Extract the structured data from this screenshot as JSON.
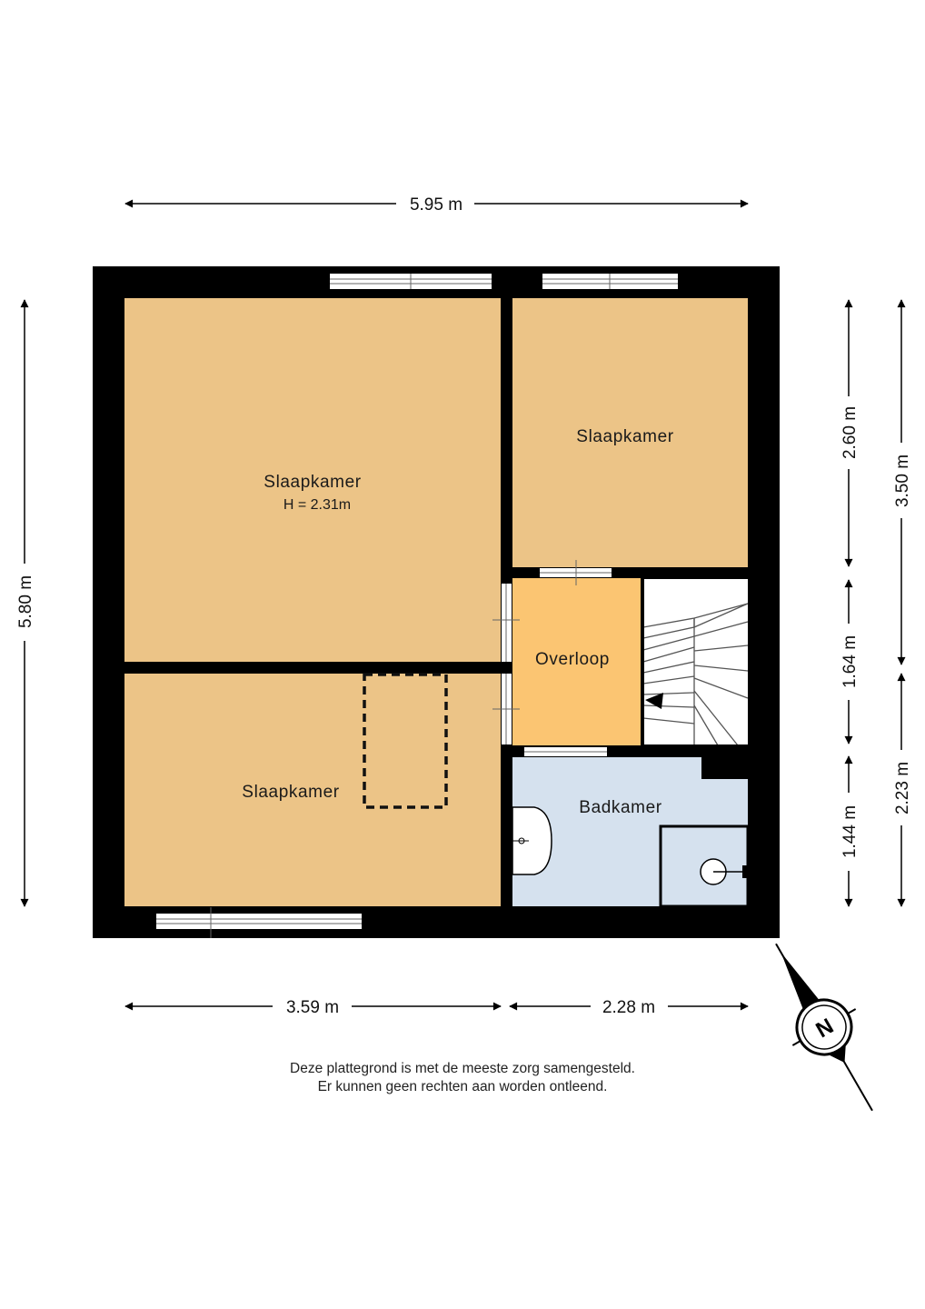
{
  "colors": {
    "wall": "#000000",
    "bedroom": "#ecc487",
    "landing": "#fbc572",
    "bathroom": "#d5e1ee",
    "stairs": "#ffffff"
  },
  "rooms": {
    "bedroom_large": {
      "name": "Slaapkamer",
      "height": "H = 2.31m"
    },
    "bedroom_small": {
      "name": "Slaapkamer"
    },
    "bedroom_bottom": {
      "name": "Slaapkamer"
    },
    "landing": {
      "name": "Overloop"
    },
    "bathroom": {
      "name": "Badkamer"
    }
  },
  "dimensions": {
    "total_width": "5.95 m",
    "total_height": "5.80 m",
    "bottom_left": "3.59 m",
    "bottom_right": "2.28 m",
    "right_top": "2.60 m",
    "right_mid": "1.64 m",
    "right_bottom": "1.44 m",
    "far_right_top": "3.50 m",
    "far_right_bottom": "2.23 m"
  },
  "compass": {
    "label": "N",
    "icon": "north-compass-icon"
  },
  "disclaimer": {
    "line1": "Deze plattegrond is met de meeste zorg samengesteld.",
    "line2": "Er kunnen geen rechten aan worden ontleend."
  }
}
